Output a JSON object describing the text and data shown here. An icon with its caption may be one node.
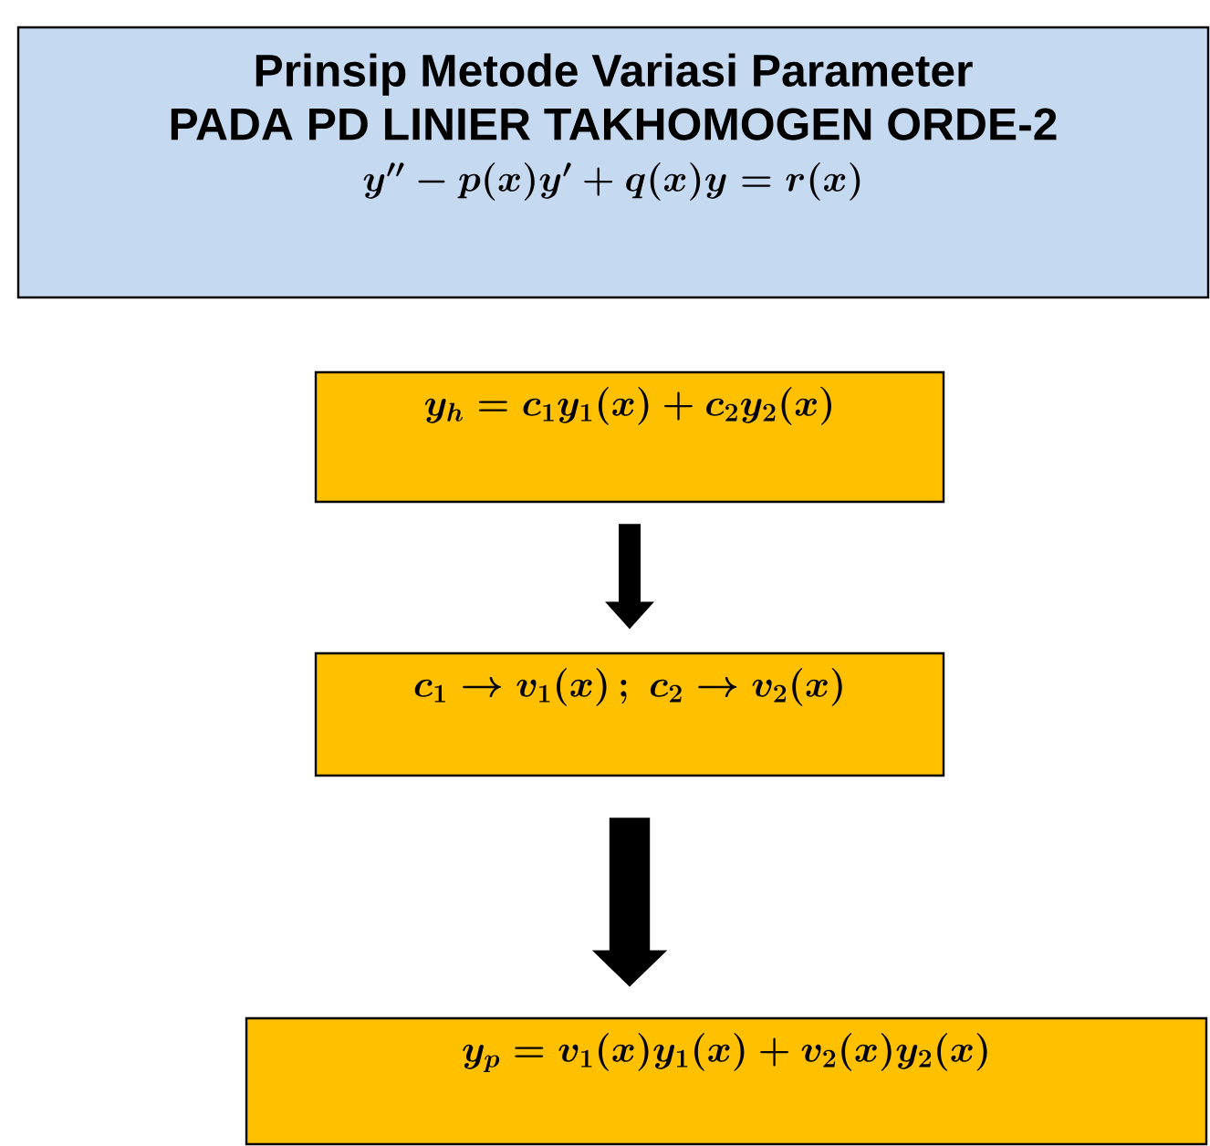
{
  "diagram": {
    "nodes": [
      {
        "text": [
          "Prinsip Metode Variasi Parameter",
          "PADA PD LINIER TAKHOMOGEN ORDE-2",
          "y^{\\prime\\prime} - p(x)y^{\\prime} + q(x)y = r(x)"
        ]
      },
      {
        "text": [
          "y_h = c_1 y_1(x) + c_2 y_2(x)"
        ]
      },
      {
        "text": [
          "c_1 \\rightarrow v_1(x)\\,;\\; c_2 \\rightarrow v_2(x)"
        ]
      },
      {
        "text": [
          "y_p = v_1(x)y_1(x) + v_2(x)y_2(x)"
        ]
      }
    ],
    "edges": [
      {
        "from": 1,
        "to": 2,
        "arrow": "to"
      },
      {
        "from": 2,
        "to": 3,
        "arrow": "to",
        "style": "thick"
      }
    ]
  }
}
